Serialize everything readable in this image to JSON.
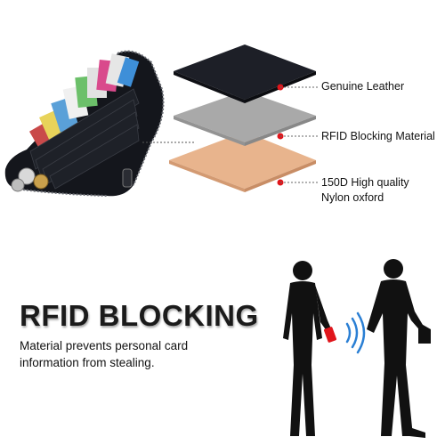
{
  "layers": {
    "leather": {
      "label": "Genuine Leather",
      "color": "#1d1f27"
    },
    "rfid": {
      "label": "RFID Blocking Material",
      "color": "#a8a8a8"
    },
    "nylon": {
      "line1": "150D High quality",
      "line2": "Nylon oxford",
      "color": "#e9b48e"
    }
  },
  "accent_color": "#e0151b",
  "headline": "RFID BLOCKING",
  "description": {
    "line1": "Material prevents personal card",
    "line2": "information from stealing."
  },
  "icons": [
    "wallet-image",
    "rfid-signal-icon",
    "person-silhouette",
    "card-in-hand"
  ]
}
